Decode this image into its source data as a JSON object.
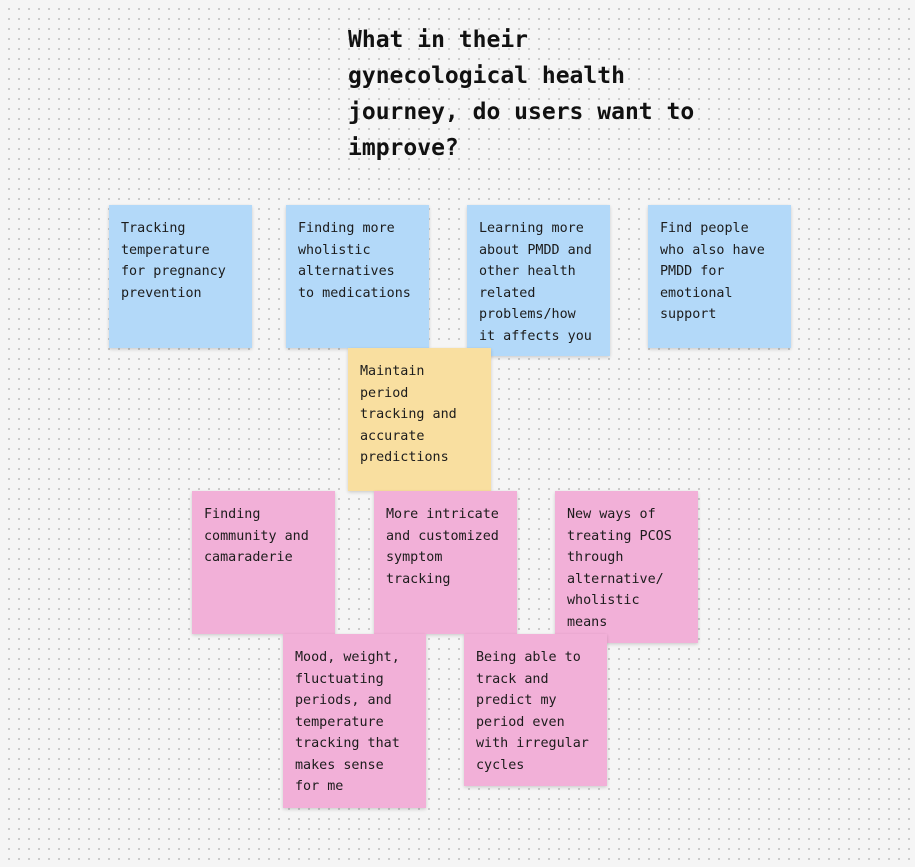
{
  "board": {
    "title": "What in their\ngynecological health\njourney, do users want to\nimprove?",
    "notes": [
      {
        "color": "blue",
        "text": "Tracking\ntemperature\nfor pregnancy\nprevention"
      },
      {
        "color": "blue",
        "text": "Finding more\nwholistic\nalternatives\nto medications"
      },
      {
        "color": "blue",
        "text": "Learning more\nabout PMDD and\nother health\nrelated\nproblems/how\nit affects you"
      },
      {
        "color": "blue",
        "text": "Find people\nwho also have\nPMDD for\nemotional\nsupport"
      },
      {
        "color": "yellow",
        "text": "Maintain\nperiod\ntracking and\naccurate\npredictions"
      },
      {
        "color": "pink",
        "text": "Finding\ncommunity and\ncamaraderie"
      },
      {
        "color": "pink",
        "text": "More intricate\nand customized\nsymptom\ntracking"
      },
      {
        "color": "pink",
        "text": "New ways of\ntreating PCOS\nthrough\nalternative/\nwholistic\nmeans"
      },
      {
        "color": "pink",
        "text": "Mood, weight,\nfluctuating\nperiods, and\ntemperature\ntracking that\nmakes sense\nfor me"
      },
      {
        "color": "pink",
        "text": "Being able to\ntrack and\npredict my\nperiod even\nwith irregular\ncycles"
      }
    ]
  },
  "colors": {
    "blue_note": "#b3d9f9",
    "yellow_note": "#f9dfa0",
    "pink_note": "#f2b0d8",
    "background": "#f5f5f5"
  }
}
